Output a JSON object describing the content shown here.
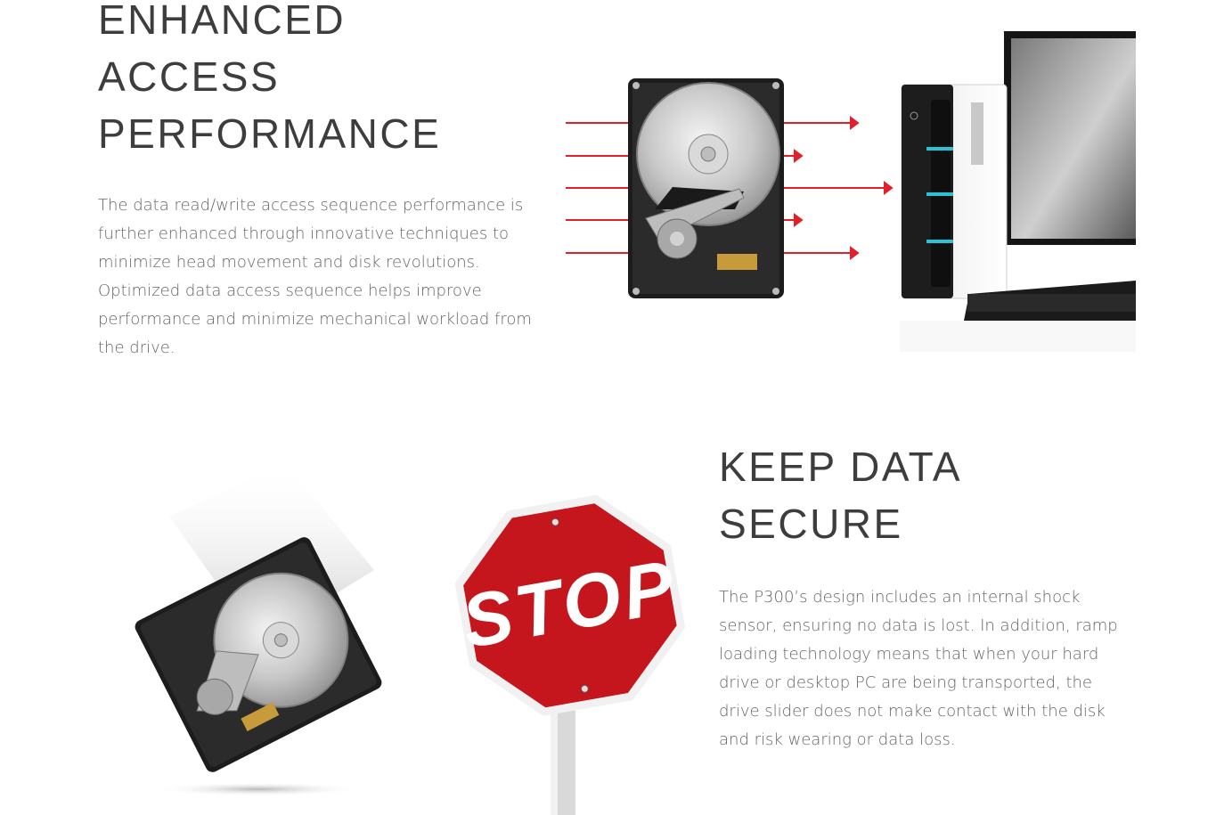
{
  "sections": [
    {
      "heading_lines": [
        "ENHANCED",
        "ACCESS",
        "PERFORMANCE"
      ],
      "body": "The data read/write access sequence performance is further enhanced through innovative techniques to minimize head movement and disk revolutions. Optimized data access sequence helps improve performance and minimize mechanical workload from the drive."
    },
    {
      "heading_lines": [
        "KEEP DATA",
        "SECURE"
      ],
      "body": "The P300’s design includes an internal shock sensor, ensuring no data is lost. In addition, ramp loading technology means that when your hard drive or desktop PC are being transported, the drive slider does not make contact with the disk and risk wearing or data loss."
    }
  ],
  "illustrations": {
    "stop_sign_text": "STOP",
    "accent_color": "#e2202b",
    "led_color": "#29c3d8",
    "stop_red": "#c4161c"
  }
}
